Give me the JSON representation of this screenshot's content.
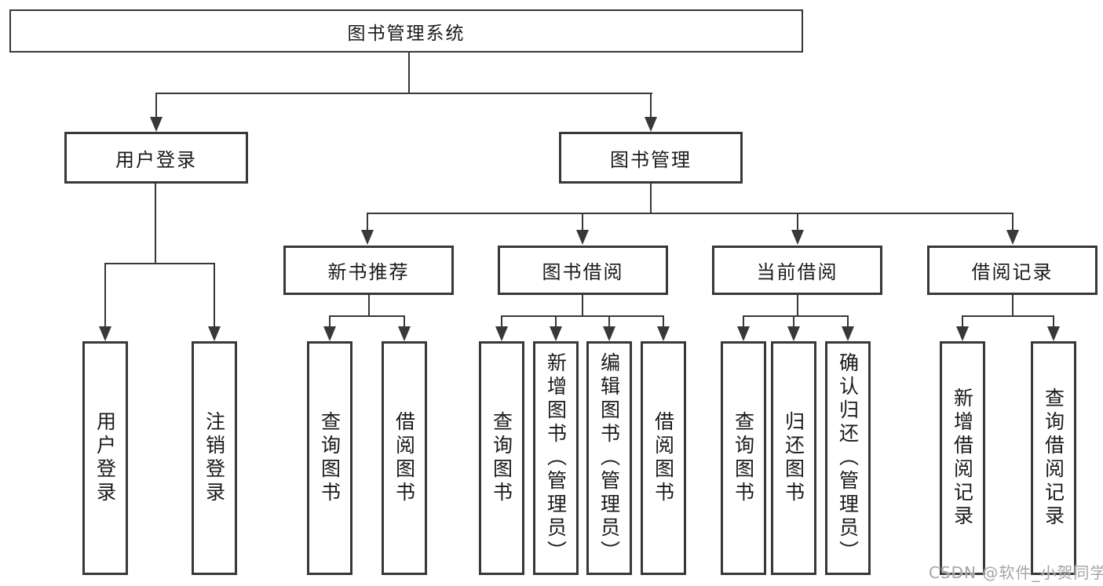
{
  "diagram_title": "图书管理系统",
  "nodes": {
    "root": {
      "label": "图书管理系统"
    },
    "user_login": {
      "label": "用户登录"
    },
    "book_mgmt": {
      "label": "图书管理"
    },
    "user_login_children": [
      {
        "label": "用户登录"
      },
      {
        "label": "注销登录"
      }
    ],
    "book_mgmt_children": [
      {
        "label": "新书推荐",
        "children": [
          {
            "label": "查询图书"
          },
          {
            "label": "借阅图书"
          }
        ]
      },
      {
        "label": "图书借阅",
        "children": [
          {
            "label": "查询图书"
          },
          {
            "label": "新增图书（管理员）"
          },
          {
            "label": "编辑图书（管理员）"
          },
          {
            "label": "借阅图书"
          }
        ]
      },
      {
        "label": "当前借阅",
        "children": [
          {
            "label": "查询图书"
          },
          {
            "label": "归还图书"
          },
          {
            "label": "确认归还（管理员）"
          }
        ]
      },
      {
        "label": "借阅记录",
        "children": [
          {
            "label": "新增借阅记录"
          },
          {
            "label": "查询借阅记录"
          }
        ]
      }
    ]
  },
  "watermark": {
    "text": "CSDN @软件_小贺同学"
  },
  "colors": {
    "line": "#383838",
    "box_border": "#383838",
    "text": "#1a1a1a",
    "background": "#ffffff",
    "watermark": "#a5a5a5"
  }
}
